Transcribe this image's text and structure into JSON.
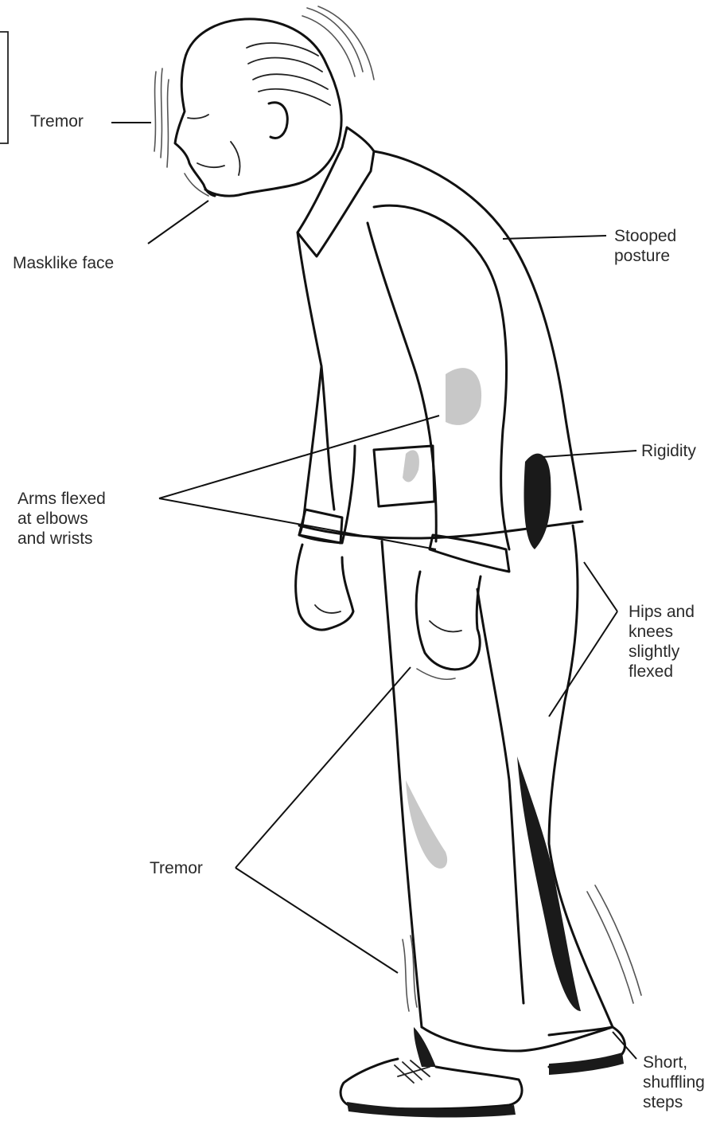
{
  "labels": {
    "tremor_head": "Tremor",
    "masklike_face": "Masklike face",
    "stooped_posture": [
      "Stooped",
      "posture"
    ],
    "rigidity": "Rigidity",
    "arms_flexed": [
      "Arms flexed",
      "at elbows",
      "and wrists"
    ],
    "hips_knees": [
      "Hips and",
      "knees",
      "slightly",
      "flexed"
    ],
    "tremor_legs": "Tremor",
    "shuffling": [
      "Short,",
      "shuffling",
      "steps"
    ]
  },
  "colors": {
    "ink": "#111111",
    "label_text": "#2a2a2a",
    "background": "#ffffff"
  }
}
